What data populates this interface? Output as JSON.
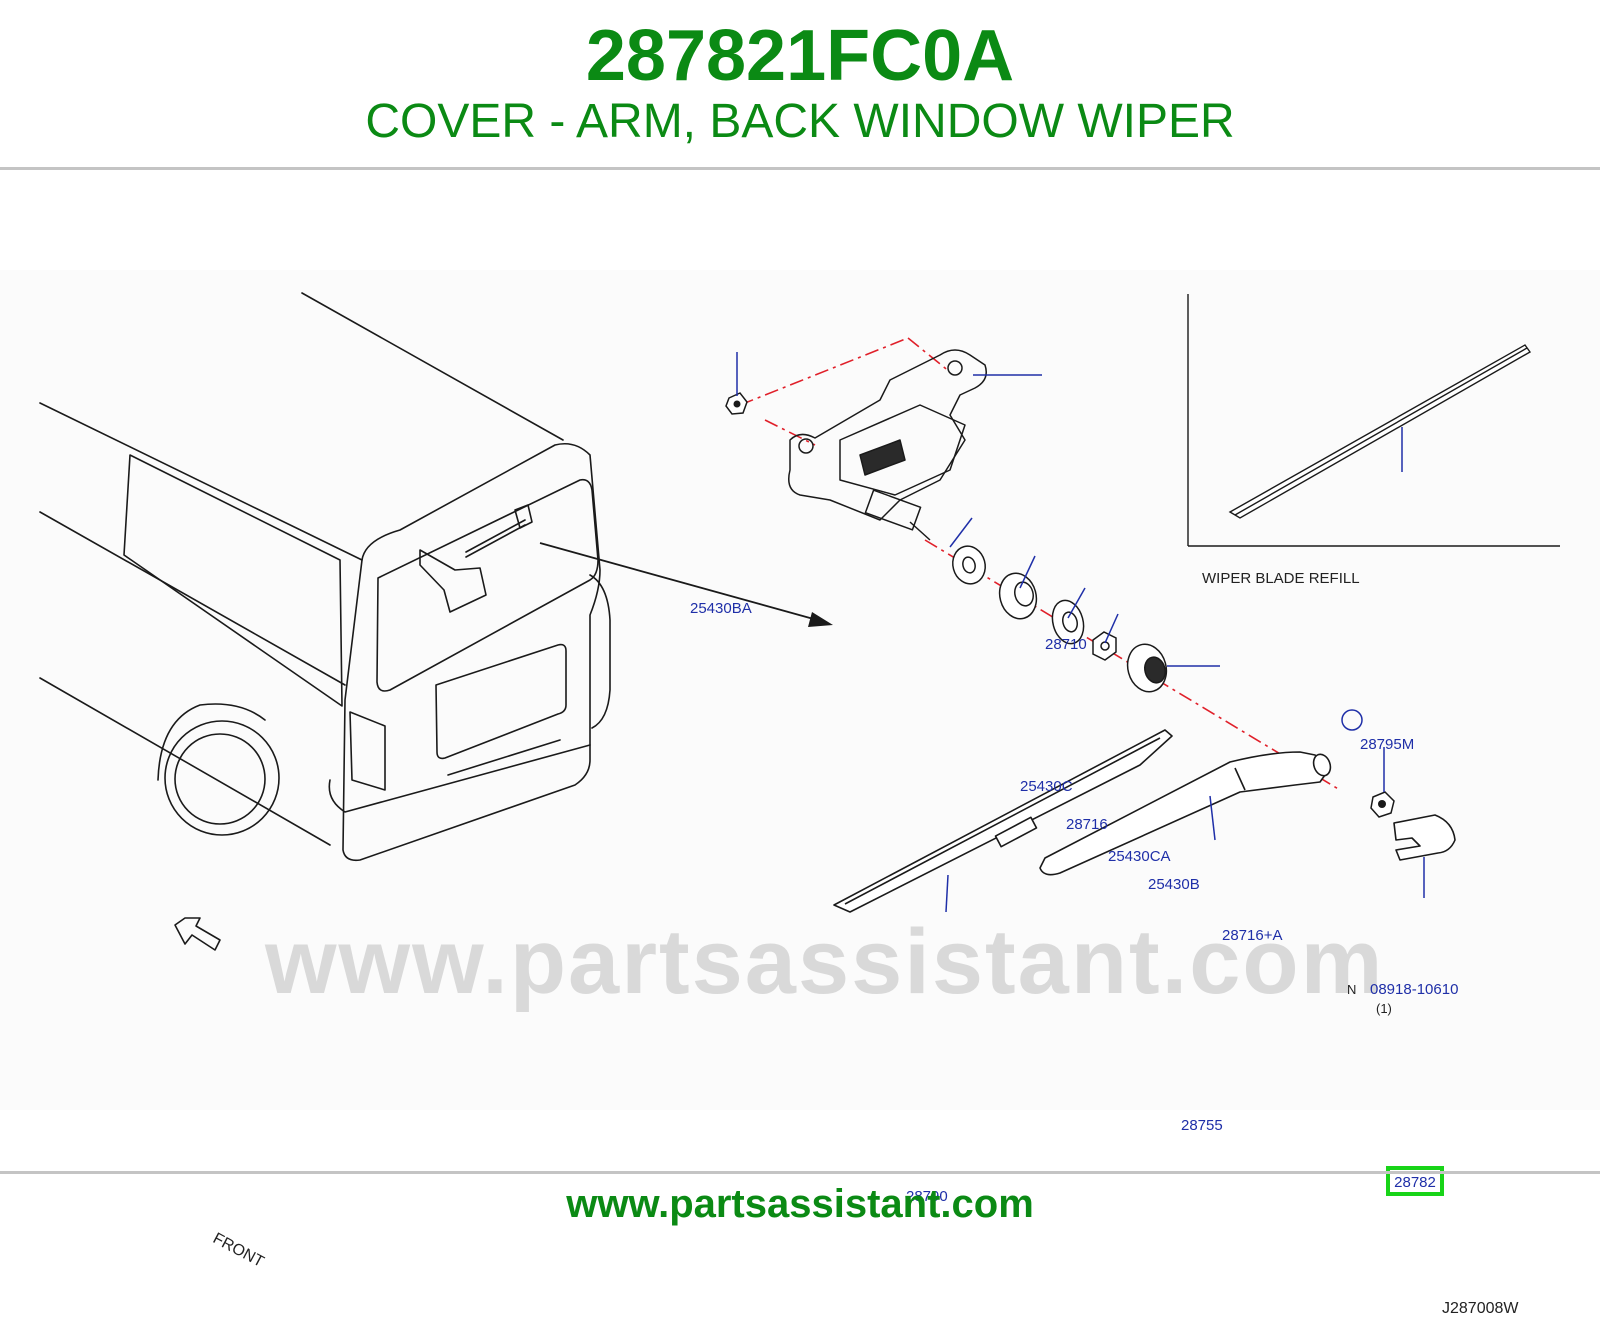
{
  "header": {
    "part_number": "287821FC0A",
    "part_description": "COVER - ARM, BACK WINDOW WIPER"
  },
  "watermark": "www.partsassistant.com",
  "diagram": {
    "labels": {
      "p25430BA": "25430BA",
      "p28710": "28710",
      "p25430C": "25430C",
      "p28716": "28716",
      "p25430CA": "25430CA",
      "p25430B": "25430B",
      "p28716A": "28716+A",
      "p08918": "08918-10610",
      "p08918_qty": "(1)",
      "p08918_symbol": "N",
      "p28755": "28755",
      "p28790": "28790",
      "p28782": "28782",
      "p28795M": "28795M"
    },
    "inset_title": "WIPER   BLADE   REFILL",
    "front_label": "FRONT",
    "diagram_code": "J287008W",
    "highlighted_part": "28782"
  },
  "footer": {
    "url": "www.partsassistant.com"
  },
  "colors": {
    "brand_green": "#0b8a14",
    "label_blue": "#1f2fa8",
    "highlight_green": "#18d418",
    "leader_red": "#e0202a"
  }
}
